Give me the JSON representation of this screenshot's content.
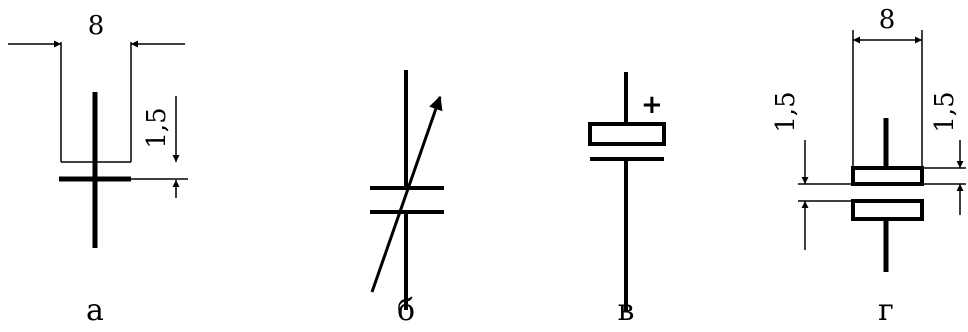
{
  "figures": [
    {
      "id": "a",
      "caption": "а",
      "width_label": "8",
      "gap_label": "1,5"
    },
    {
      "id": "b",
      "caption": "б"
    },
    {
      "id": "v",
      "caption": "в",
      "polarity_label": "+"
    },
    {
      "id": "g",
      "caption": "г",
      "width_label": "8",
      "gap_label_left": "1,5",
      "gap_label_right": "1,5"
    }
  ],
  "colors": {
    "ink": "#000000",
    "background": "#ffffff"
  }
}
